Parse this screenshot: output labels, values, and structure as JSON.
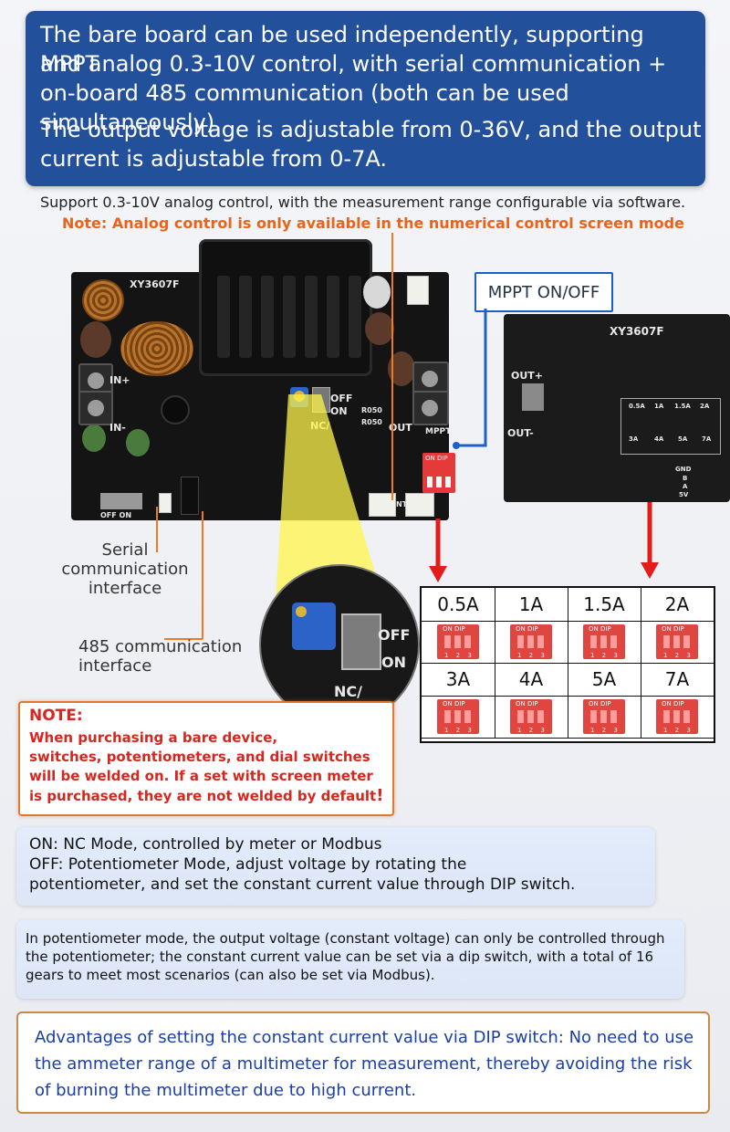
{
  "header": {
    "paragraph1": "The bare board can be used independently, supporting MPPT and analog 0.3-10V control, with serial communication + on-board 485 communication (both can be used simultaneously).",
    "paragraph1_lines": [
      "The bare board can be used independently, supporting MPPT",
      "and analog 0.3-10V control, with serial communication +",
      "on-board 485 communication (both can be used simultaneously)."
    ],
    "paragraph2_lines": [
      "The output voltage is adjustable from 0-36V, and the output",
      "current is adjustable from 0-7A."
    ]
  },
  "subtitle": {
    "analog": "Support 0.3-10V analog control, with the measurement range configurable via software.",
    "note": "Note: Analog control is only available in the numerical control screen mode"
  },
  "board": {
    "left_model": "XY3607F",
    "right_model": "XY3607F",
    "silk": {
      "in_plus": "IN+",
      "in_minus": "IN-",
      "out": "OUT",
      "out_plus": "OUT+",
      "out_minus": "OUT-",
      "off": "OFF",
      "on": "ON",
      "nc": "NC/",
      "ntc": "NTC",
      "mppt": "MPPT",
      "r050_a": "R050",
      "r050_b": "R050",
      "off_on": "OFF ON",
      "gnd": "GND",
      "b": "B",
      "a": "A",
      "v5": "5V"
    },
    "right_silk_currents": [
      "0.5A",
      "1A",
      "1.5A",
      "2A",
      "3A",
      "4A",
      "5A",
      "7A"
    ]
  },
  "callouts": {
    "mppt": "MPPT  ON/OFF",
    "serial": [
      "Serial",
      "communication",
      "interface"
    ],
    "rs485": [
      "485 communication",
      "interface"
    ]
  },
  "dip_table": {
    "dip_label": "ON DIP",
    "dip_numbers": "1 2 3",
    "rows": [
      [
        "0.5A",
        "1A",
        "1.5A",
        "2A"
      ],
      [
        "3A",
        "4A",
        "5A",
        "7A"
      ]
    ]
  },
  "note": {
    "title": "NOTE:",
    "lines": [
      "When purchasing a bare device,",
      "switches, potentiometers, and dial switches",
      "will be welded on. If a set with screen meter",
      "is purchased, they are not welded by default"
    ],
    "exclaim": "!"
  },
  "info1": {
    "line1": "ON: NC Mode, controlled by meter or Modbus",
    "line2": "OFF: Potentiometer Mode, adjust voltage by rotating the",
    "line3": "potentiometer, and set the constant current value through DIP switch."
  },
  "info2": {
    "text": "In potentiometer mode, the output voltage (constant voltage) can only be controlled through the potentiometer; the constant current value can be set via a dip switch, with a total of 16 gears to meet most scenarios (can also be set via Modbus)."
  },
  "info3": {
    "text": "Advantages of setting the constant current value via DIP switch: No need to use the ammeter range of a multimeter for measurement, thereby avoiding the risk of burning the multimeter due to high current."
  },
  "colors": {
    "header_bg": "#23509a",
    "accent_orange": "#e8641c",
    "callout_blue": "#1b5fc9",
    "arrow_red": "#e21b1b",
    "note_red": "#d5261f"
  }
}
